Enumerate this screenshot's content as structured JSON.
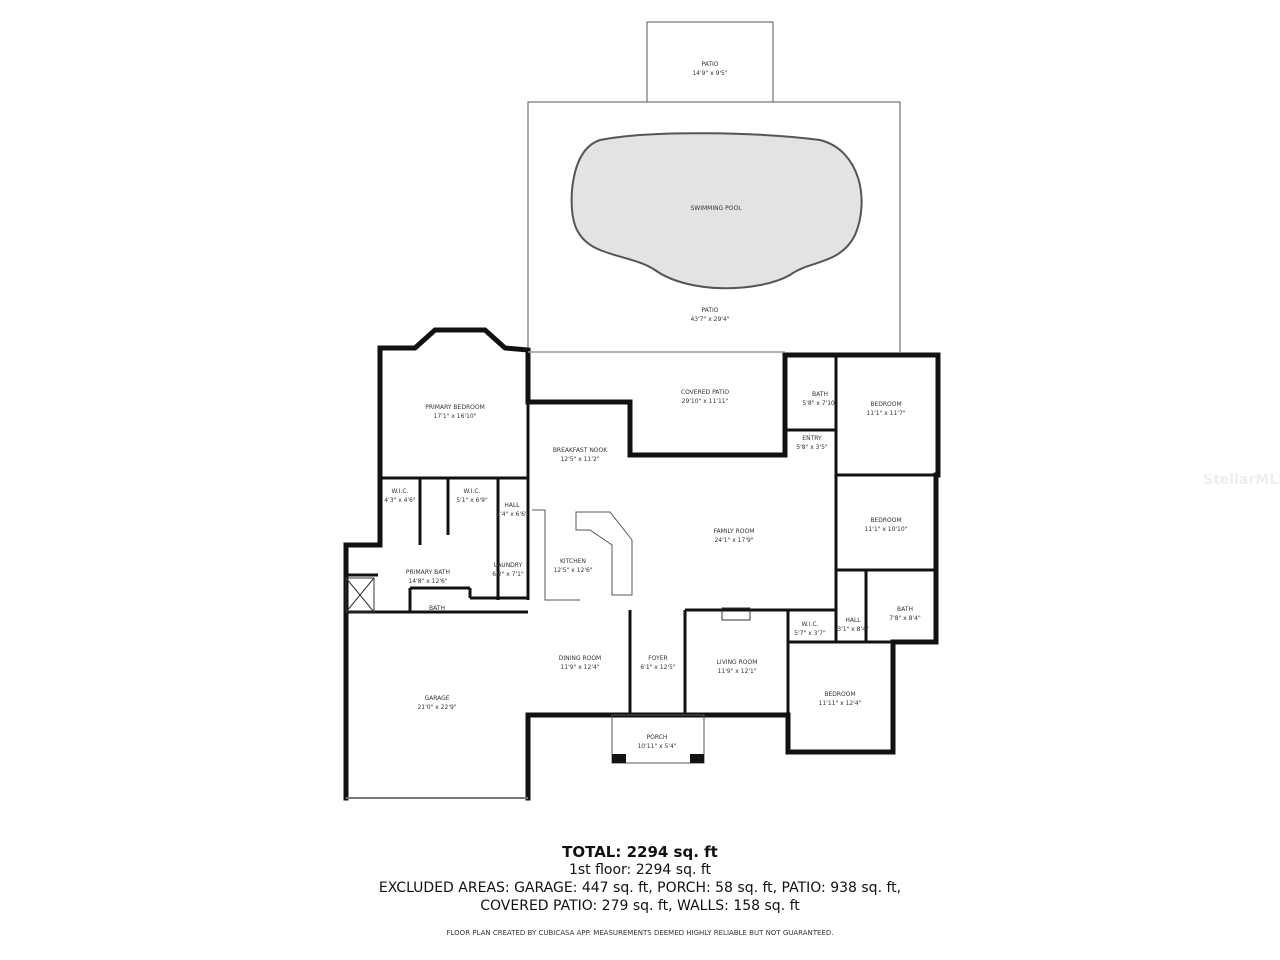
{
  "rooms": {
    "patio_top": {
      "name": "PATIO",
      "dims": "14'9\" x 9'5\""
    },
    "swimming_pool": {
      "name": "SWIMMING POOL"
    },
    "patio": {
      "name": "PATIO",
      "dims": "43'7\" x 29'4\""
    },
    "primary_bedroom": {
      "name": "PRIMARY BEDROOM",
      "dims": "17'1\" x 16'10\""
    },
    "breakfast_nook": {
      "name": "BREAKFAST NOOK",
      "dims": "12'5\" x 11'2\""
    },
    "covered_patio": {
      "name": "COVERED PATIO",
      "dims": "29'10\" x 11'11\""
    },
    "bath_ne": {
      "name": "BATH",
      "dims": "5'8\" x 7'10\""
    },
    "bedroom_ne": {
      "name": "BEDROOM",
      "dims": "11'1\" x 11'7\""
    },
    "entry": {
      "name": "ENTRY",
      "dims": "5'8\" x 3'5\""
    },
    "wic_1": {
      "name": "W.I.C.",
      "dims": "4'3\" x 4'6\""
    },
    "wic_2": {
      "name": "W.I.C.",
      "dims": "5'1\" x 6'9\""
    },
    "hall_w": {
      "name": "HALL",
      "dims": "3'4\" x 6'6\""
    },
    "kitchen": {
      "name": "KITCHEN",
      "dims": "12'5\" x 12'6\""
    },
    "family_room": {
      "name": "FAMILY ROOM",
      "dims": "24'1\" x 17'9\""
    },
    "bedroom_e": {
      "name": "BEDROOM",
      "dims": "11'1\" x 10'10\""
    },
    "primary_bath": {
      "name": "PRIMARY BATH",
      "dims": "14'8\" x 12'6\""
    },
    "laundry": {
      "name": "LAUNDRY",
      "dims": "6'2\" x 7'1\""
    },
    "bath_w": {
      "name": "BATH"
    },
    "bath_e": {
      "name": "BATH",
      "dims": "7'8\" x 8'4\""
    },
    "hall_e": {
      "name": "HALL",
      "dims": "3'1\" x 8'4\""
    },
    "wic_3": {
      "name": "W.I.C.",
      "dims": "5'7\" x 3'7\""
    },
    "dining_room": {
      "name": "DINING ROOM",
      "dims": "11'9\" x 12'4\""
    },
    "foyer": {
      "name": "FOYER",
      "dims": "6'1\" x 12'5\""
    },
    "living_room": {
      "name": "LIVING ROOM",
      "dims": "11'9\" x 12'1\""
    },
    "bedroom_se": {
      "name": "BEDROOM",
      "dims": "11'11\" x 12'4\""
    },
    "porch": {
      "name": "PORCH",
      "dims": "10'11\" x 5'4\""
    },
    "garage": {
      "name": "GARAGE",
      "dims": "21'0\" x 22'9\""
    }
  },
  "summary": {
    "total": "TOTAL: 2294 sq. ft",
    "floor1": "1st floor: 2294 sq. ft",
    "excluded_line1": "EXCLUDED AREAS: GARAGE: 447 sq. ft, PORCH: 58 sq. ft, PATIO: 938 sq. ft,",
    "excluded_line2": "COVERED PATIO: 279 sq. ft, WALLS: 158 sq. ft",
    "disclaimer": "FLOOR PLAN CREATED BY CUBICASA APP. MEASUREMENTS DEEMED HIGHLY RELIABLE BUT NOT GUARANTEED."
  },
  "watermark": "StellarMLS",
  "colors": {
    "wall": "#111111",
    "pool": "#e3e3e3",
    "background": "#ffffff"
  }
}
